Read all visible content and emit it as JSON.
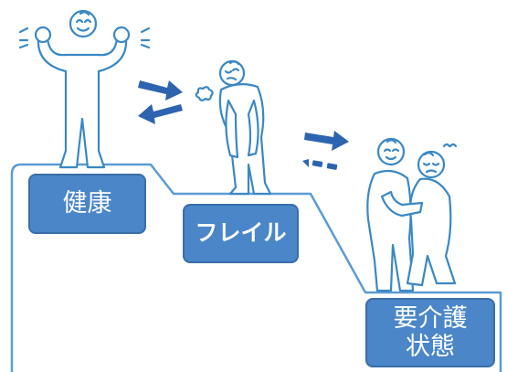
{
  "stages": [
    {
      "id": "healthy",
      "label": "健康"
    },
    {
      "id": "frailty",
      "label": "フレイル"
    },
    {
      "id": "care",
      "label_lines": [
        "要介護",
        "状態"
      ]
    }
  ],
  "colors": {
    "stair_outline": "#5b9bd5",
    "label_fill": "#4a86c8",
    "label_border": "#3a6ea8",
    "figure_stroke": "#3a88c4",
    "arrow_fill": "#2d64b0",
    "label_text": "#ffffff"
  },
  "icons": {
    "healthy_figure": "person-flexing-icon",
    "frail_figure": "person-tired-icon",
    "care_figures": "person-assisting-elderly-icon",
    "forward_arrow": "arrow-right-icon",
    "back_arrow": "arrow-left-icon",
    "weak_back_arrow": "dashed-arrow-left-icon"
  }
}
